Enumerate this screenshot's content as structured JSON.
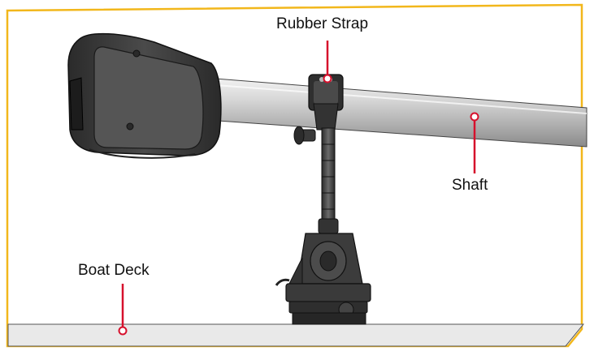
{
  "diagram": {
    "labels": {
      "rubber_strap": "Rubber Strap",
      "shaft": "Shaft",
      "boat_deck": "Boat Deck"
    },
    "colors": {
      "border": "#f2b71b",
      "leader": "#d6102c",
      "deck": "#e9e9e9",
      "motor": "#3a3a3a",
      "shaft": "#c9c9c9",
      "mount": "#3c3c3c"
    }
  }
}
